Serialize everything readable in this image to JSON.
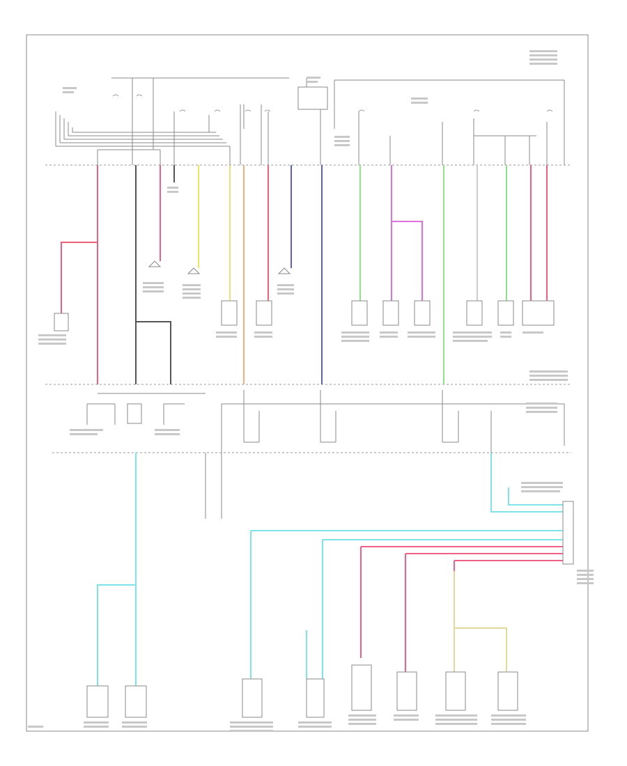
{
  "diagram": {
    "code": "",
    "colors": {
      "red": "#f0607a",
      "pink": "#ef5f86",
      "yellow": "#e8e85a",
      "light_yellow": "#e8e27f",
      "orange": "#f2b07a",
      "blue": "#5b5bea",
      "green": "#8fe08f",
      "magenta": "#e070e0",
      "cyan": "#7fe3ea",
      "tan": "#e6d79a",
      "black": "#555555",
      "white_wire": "#cccccc"
    },
    "wires": [
      {
        "id": "w1",
        "color": "red"
      },
      {
        "id": "w2",
        "color": "black"
      },
      {
        "id": "w3",
        "color": "pink"
      },
      {
        "id": "w4",
        "color": "black"
      },
      {
        "id": "w5",
        "color": "yellow"
      },
      {
        "id": "w6",
        "color": "light_yellow"
      },
      {
        "id": "w7",
        "color": "orange"
      },
      {
        "id": "w8",
        "color": "red"
      },
      {
        "id": "w9",
        "color": "blue"
      },
      {
        "id": "w10",
        "color": "blue"
      },
      {
        "id": "w11",
        "color": "green"
      },
      {
        "id": "w12",
        "color": "magenta"
      },
      {
        "id": "w13",
        "color": "green"
      },
      {
        "id": "w14",
        "color": "white_wire"
      },
      {
        "id": "w15",
        "color": "green"
      },
      {
        "id": "w16",
        "color": "red"
      },
      {
        "id": "w17",
        "color": "cyan"
      },
      {
        "id": "w18",
        "color": "tan"
      }
    ]
  }
}
